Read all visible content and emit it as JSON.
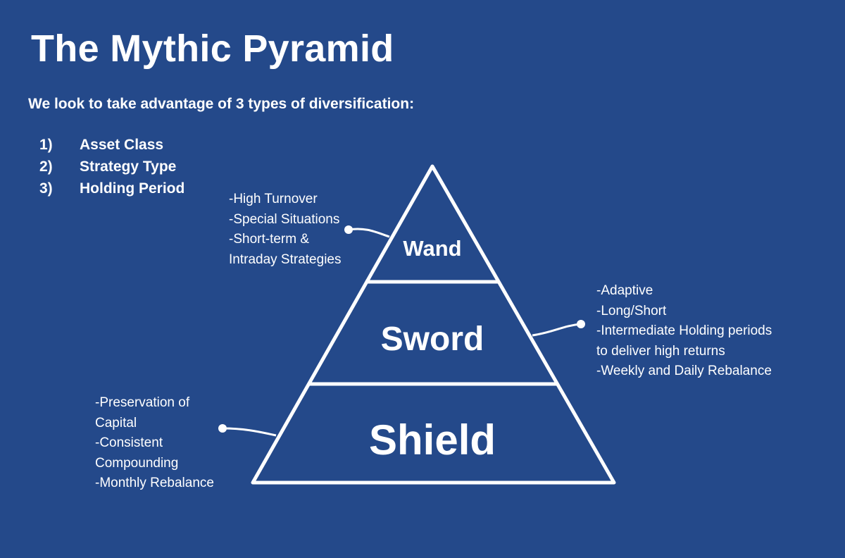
{
  "title": "The Mythic Pyramid",
  "subtitle": "We look to take advantage of 3 types of diversification:",
  "diversification_types": [
    {
      "num": "1)",
      "label": "Asset Class"
    },
    {
      "num": "2)",
      "label": "Strategy Type"
    },
    {
      "num": "3)",
      "label": "Holding Period"
    }
  ],
  "pyramid": {
    "tiers": {
      "wand": "Wand",
      "sword": "Sword",
      "shield": "Shield"
    }
  },
  "callouts": {
    "wand": [
      "-High Turnover",
      "-Special Situations",
      "-Short-term &",
      "Intraday Strategies"
    ],
    "sword": [
      "-Adaptive",
      "-Long/Short",
      "-Intermediate Holding periods",
      "to deliver high returns",
      "-Weekly and Daily Rebalance"
    ],
    "shield": [
      "-Preservation of",
      "Capital",
      "-Consistent",
      "Compounding",
      "-Monthly Rebalance"
    ]
  },
  "colors": {
    "background": "#24498a",
    "foreground": "#ffffff"
  }
}
